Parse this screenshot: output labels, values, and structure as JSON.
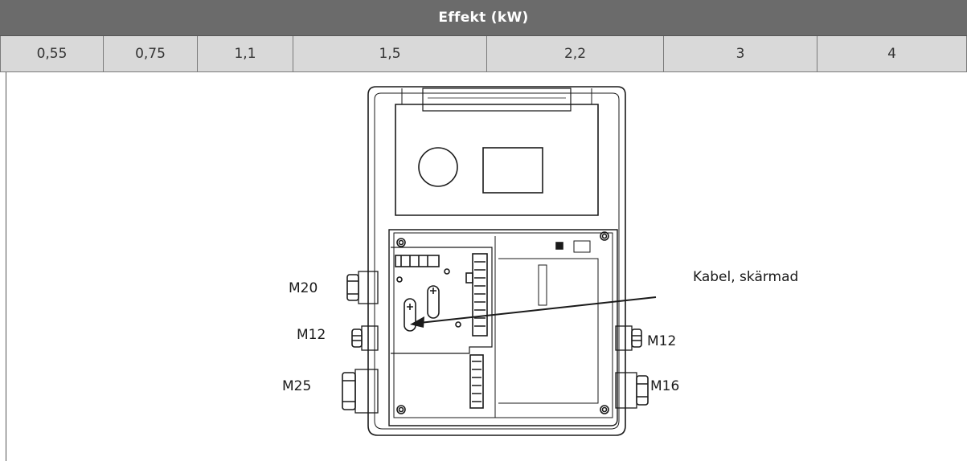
{
  "table": {
    "header": "Effekt (kW)",
    "values": [
      "0,55",
      "0,75",
      "1,1",
      "1,5",
      "2,2",
      "3",
      "4"
    ]
  },
  "diagram": {
    "labels": {
      "m20": "M20",
      "m12_left": "M12",
      "m25": "M25",
      "m12_right": "M12",
      "m16": "M16",
      "cable": "Kabel, skärmad"
    }
  }
}
